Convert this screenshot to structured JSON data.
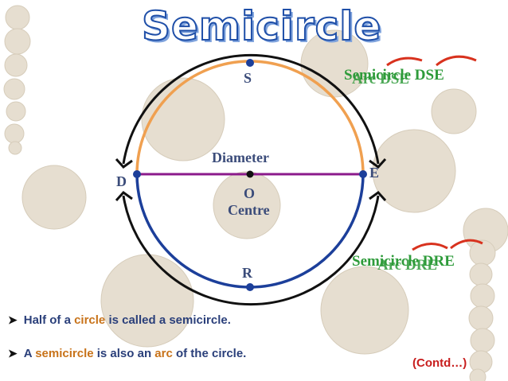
{
  "title": "Semicircle",
  "points": {
    "top": "S",
    "left": "D",
    "right": "E",
    "bottom": "R",
    "center": "O"
  },
  "labels": {
    "diameter": "Diameter",
    "centre": "Centre",
    "upper_semicircle": "Semicircle DSE",
    "upper_arc": "Arc DSE",
    "lower_semicircle": "Semicircle DRE",
    "lower_arc": "Arc DRE"
  },
  "bullets": [
    {
      "before": "Half of a ",
      "highlight": "circle",
      "after": " is called a semicircle."
    },
    {
      "before": "A ",
      "highlight": "semicircle",
      "middle": " is also an ",
      "highlight2": "arc",
      "after": " of the circle."
    }
  ],
  "contd": "(Contd…)",
  "colors": {
    "upper_arc": "#f0a050",
    "lower_arc": "#1c3f9a",
    "diameter": "#8b1a8b",
    "highlight": "#c8731a",
    "text_blue": "#2a3f7a",
    "green": "#2e9b3a",
    "red": "#c81e1e"
  }
}
